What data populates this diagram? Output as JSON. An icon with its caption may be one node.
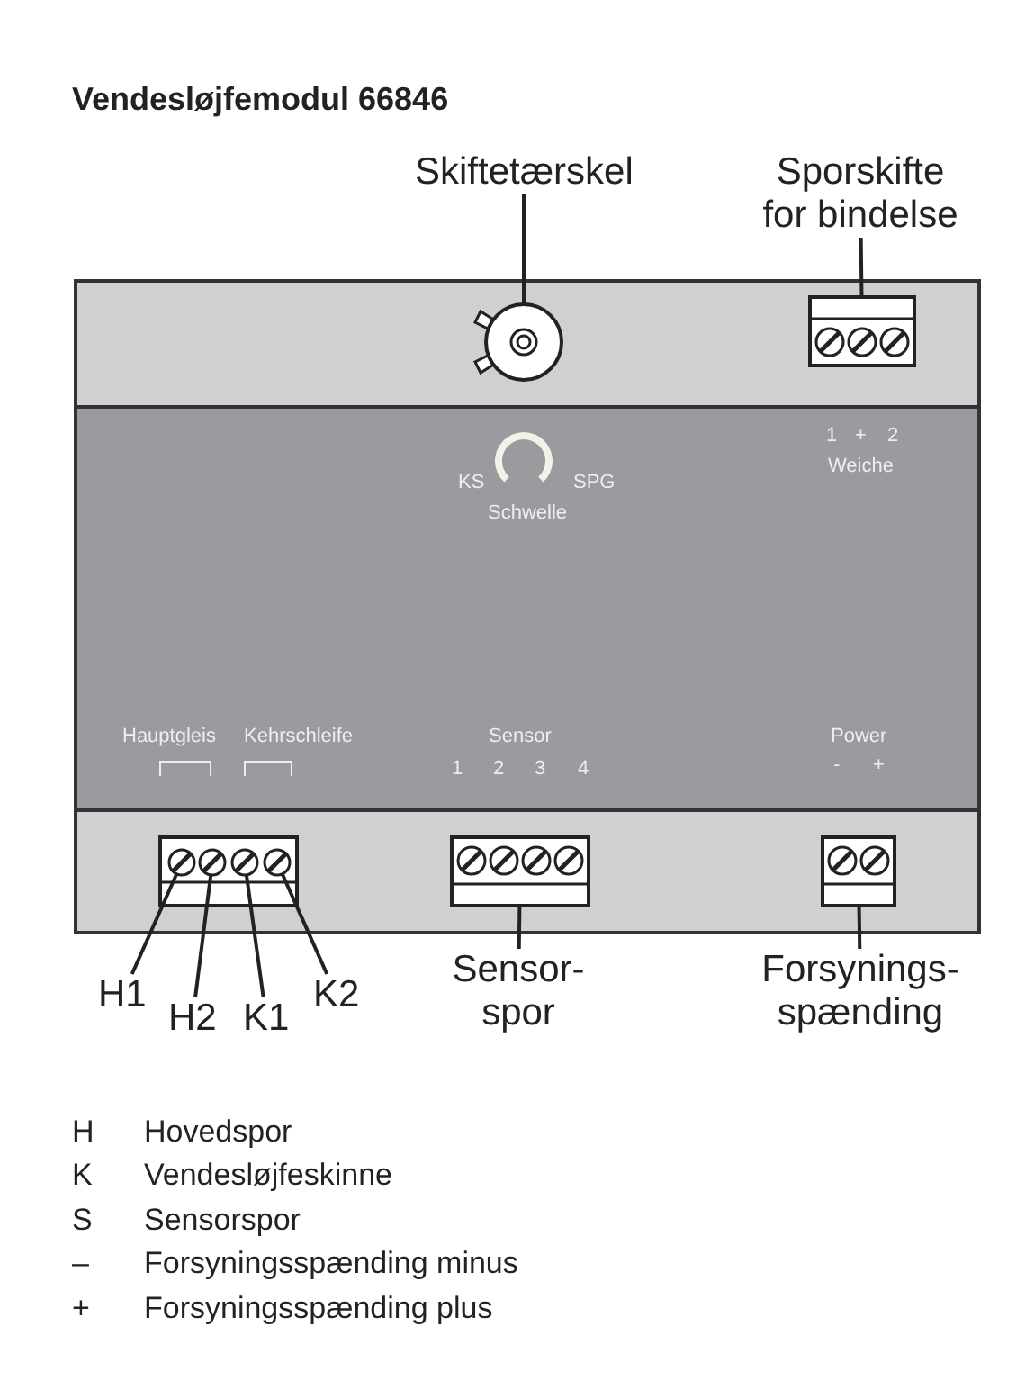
{
  "diagram": {
    "title": "Vendesløjfemodul 66846",
    "nodes": [
      {
        "text": [
          "Skiftetærskel"
        ]
      },
      {
        "text": [],
        "shape": "circle"
      },
      {
        "text": [
          "Sporskifte for bindelse"
        ]
      },
      {
        "text": [],
        "shape": "box"
      },
      {
        "text": [
          "H1"
        ]
      },
      {
        "text": [
          "H2"
        ]
      },
      {
        "text": [
          "K1"
        ]
      },
      {
        "text": [
          "K2"
        ]
      },
      {
        "text": [],
        "shape": "box"
      },
      {
        "text": [],
        "shape": "circle",
        "in": 8
      },
      {
        "text": [],
        "shape": "circle",
        "in": 8
      },
      {
        "text": [],
        "shape": "circle",
        "in": 8
      },
      {
        "text": [],
        "shape": "circle",
        "in": 8
      },
      {
        "text": [
          "Sensor- spor"
        ]
      },
      {
        "text": [],
        "shape": "box"
      },
      {
        "text": [
          "Forsynings- spænding"
        ]
      },
      {
        "text": [],
        "shape": "box"
      }
    ],
    "edges": [
      {
        "from": 0,
        "to": 1,
        "arrow": "none"
      },
      {
        "from": 2,
        "to": 3,
        "arrow": "none"
      },
      {
        "from": 4,
        "to": 9,
        "arrow": "none"
      },
      {
        "from": 5,
        "to": 10,
        "arrow": "none"
      },
      {
        "from": 6,
        "to": 11,
        "arrow": "none"
      },
      {
        "from": 7,
        "to": 12,
        "arrow": "none"
      },
      {
        "from": 13,
        "to": 14,
        "arrow": "none"
      },
      {
        "from": 15,
        "to": 16,
        "arrow": "none"
      }
    ],
    "labels": [
      "1",
      "+",
      "2",
      "Weiche",
      "KS",
      "SPG",
      "Schwelle",
      "Hauptgleis",
      "Kehrschleife",
      "Sensor",
      "1",
      "2",
      "3",
      "4",
      "Power",
      "-",
      "+",
      "H",
      "Hovedspor",
      "K",
      "Vendesløjfeskinne",
      "S",
      "Sensorspor",
      "–",
      "Forsyningsspænding minus",
      "+",
      "Forsyningsspænding plus"
    ]
  }
}
